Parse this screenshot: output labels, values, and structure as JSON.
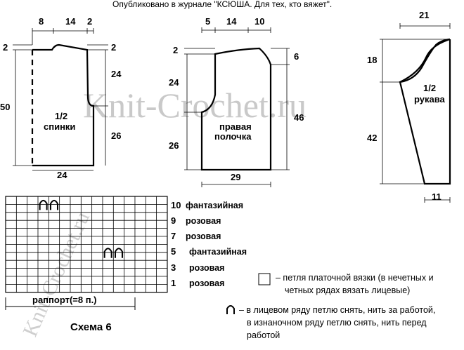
{
  "publication": "Опубликовано в журнале \"КСЮША. Для тех, кто вяжет\".",
  "watermark": "Knit-Crochet.ru",
  "back": {
    "label_line1": "1/2",
    "label_line2": "спинки",
    "top_dims": [
      "8",
      "14",
      "2"
    ],
    "left_top": "2",
    "right_top": "2",
    "left_height": "50",
    "right_upper": "24",
    "right_lower": "26",
    "bottom": "24"
  },
  "front": {
    "label_line1": "правая",
    "label_line2": "полочка",
    "top_dims": [
      "5",
      "14",
      "10"
    ],
    "left_top": "2",
    "left_upper": "24",
    "left_lower": "26",
    "right_upper": "6",
    "right_lower": "46",
    "bottom": "29"
  },
  "sleeve": {
    "label_line1": "1/2",
    "label_line2": "рукава",
    "top": "21",
    "left_upper": "18",
    "left_lower": "42",
    "bottom": "11"
  },
  "scheme": {
    "title": "Схема 6",
    "repeat": "раппорт(=8 п.)",
    "rows": [
      {
        "num": "10",
        "name": "фантазийная"
      },
      {
        "num": "9",
        "name": "розовая"
      },
      {
        "num": "7",
        "name": "розовая"
      },
      {
        "num": "5",
        "name": "фантазийная"
      },
      {
        "num": "3",
        "name": "розовая"
      },
      {
        "num": "1",
        "name": "розовая"
      }
    ]
  },
  "legend": {
    "square_line1": "– петля платочной вязки (в нечетных и",
    "square_line2": "четных рядах вязать лицевые)",
    "arch_line1": "– в лицевом ряду петлю снять, нить за работой,",
    "arch_line2": "в изнаночном ряду петлю снять, нить перед",
    "arch_line3": "работой"
  }
}
